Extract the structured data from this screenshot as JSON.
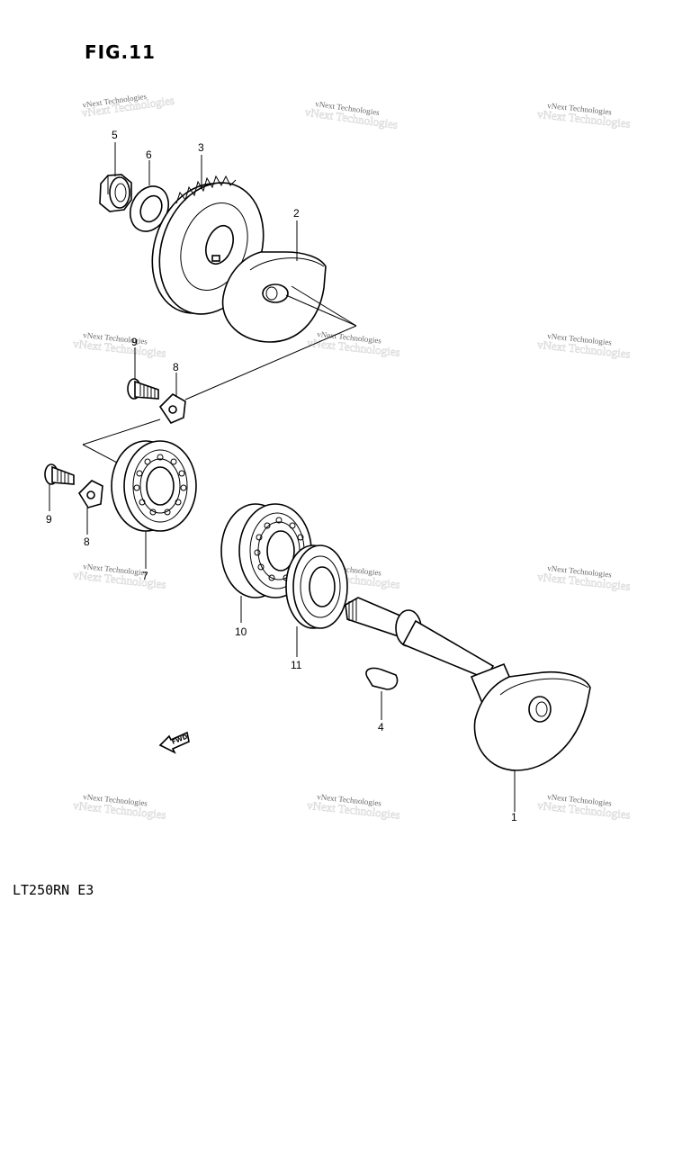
{
  "figure_title": "FIG.11",
  "model_code": "LT250RN E3",
  "watermark_text": "vNext Technologies",
  "callouts": {
    "p1": "1",
    "p2": "2",
    "p3": "3",
    "p4": "4",
    "p5": "5",
    "p6": "6",
    "p7": "7",
    "p8a": "8",
    "p8b": "8",
    "p9a": "9",
    "p9b": "9",
    "p10": "10",
    "p11": "11"
  },
  "fwd_label": "FWD"
}
